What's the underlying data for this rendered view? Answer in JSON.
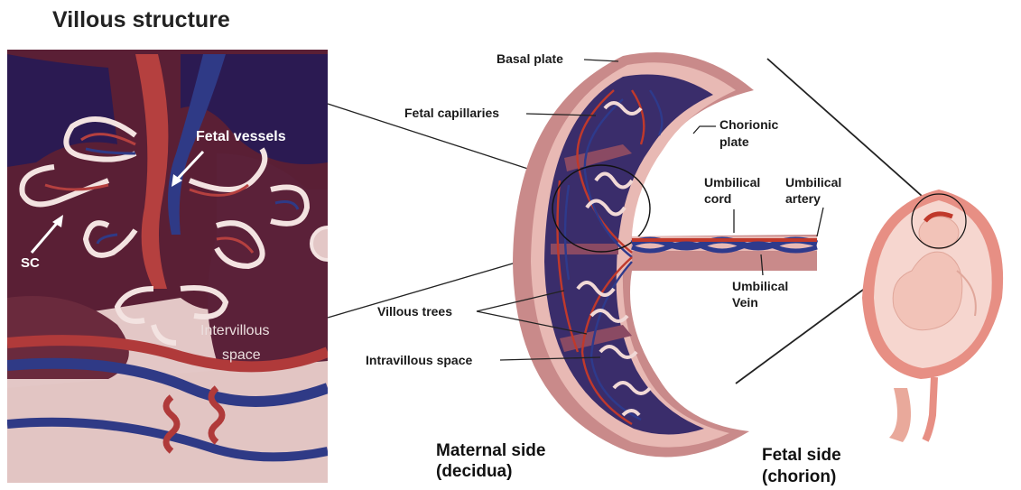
{
  "inset": {
    "title": "Villous structure",
    "fetal_vessels": "Fetal vessels",
    "sc": "SC",
    "intervillous_1": "Intervillous",
    "intervillous_2": "space"
  },
  "labels": {
    "basal_plate": "Basal plate",
    "fetal_capillaries": "Fetal capillaries",
    "chorionic_plate_1": "Chorionic",
    "chorionic_plate_2": "plate",
    "umbilical_cord_1": "Umbilical",
    "umbilical_cord_2": "cord",
    "umbilical_artery_1": "Umbilical",
    "umbilical_artery_2": "artery",
    "umbilical_vein_1": "Umbilical",
    "umbilical_vein_2": "Vein",
    "villous_trees": "Villous trees",
    "intravillous_space": "Intravillous space",
    "maternal_side_1": "Maternal side",
    "maternal_side_2": "(decidua)",
    "fetal_side_1": "Fetal side",
    "fetal_side_2": "(chorion)"
  },
  "colors": {
    "maternal_blood": "#3a2d6b",
    "decidua": "#c98a8a",
    "chorion": "#e8b9b4",
    "artery": "#c0392b",
    "vein": "#2e3a8c",
    "inset_bg": "#7a3a45"
  }
}
